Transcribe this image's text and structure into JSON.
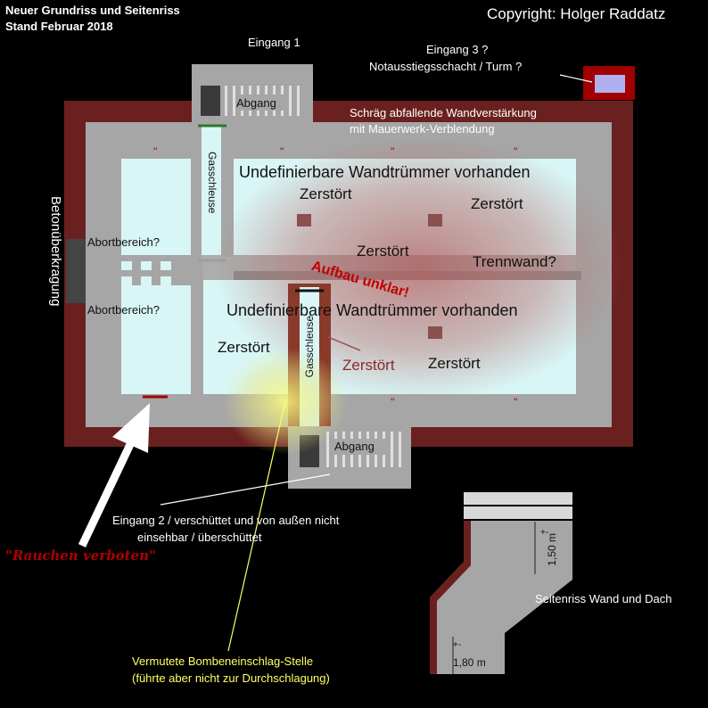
{
  "header": {
    "title_line1": "Neuer Grundriss und Seitenriss",
    "title_line2": "Stand Februar 2018",
    "copyright": "Copyright: Holger Raddatz"
  },
  "entrances": {
    "eingang1": "Eingang 1",
    "eingang3_line1": "Eingang 3 ?",
    "eingang3_line2": "Notausstiegsschacht / Turm ?",
    "abgang_top": "Abgang",
    "abgang_bottom": "Abgang",
    "eingang2_line1": "Eingang 2 / verschüttet und von außen nicht",
    "eingang2_line2": "einsehbar / überschüttet"
  },
  "walls": {
    "wall_line1": "Schräg abfallende Wandverstärkung",
    "wall_line2": "mit Mauerwerk-Verblendung",
    "beton": "Betonüberkragung"
  },
  "rooms": {
    "gasschleuse_top": "Gasschleuse",
    "gasschleuse_bottom": "Gasschleuse",
    "abort_upper": "Abortbereich?",
    "abort_lower": "Abortbereich?",
    "truemmer_upper": "Undefinierbare Wandtrümmer vorhanden",
    "truemmer_lower": "Undefinierbare Wandtrümmer vorhanden",
    "zerstoert_1": "Zerstört",
    "zerstoert_2": "Zerstört",
    "zerstoert_3": "Zerstört",
    "zerstoert_4": "Zerstört",
    "zerstoert_5": "Zerstört",
    "zerstoert_6": "Zerstört",
    "trennwand": "Trennwand?",
    "aufbau": "Aufbau unklar!",
    "quote_mark": "\""
  },
  "annotations": {
    "rauchen": "\"Rauchen verboten\"",
    "bombe_line1": "Vermutete Bombeneinschlag-Stelle",
    "bombe_line2": "(führte aber nicht zur Durchschlagung)"
  },
  "side_view": {
    "title": "Seitenriss Wand und Dach",
    "dim_top": "1,50 m",
    "dim_bottom": "1,80 m",
    "plus_minus": "+-"
  },
  "colors": {
    "wall": "#6b2020",
    "floor": "#a6a6a6",
    "room": "#d9f6f6",
    "accent_red": "#a00000",
    "bomb_marker": "#ffff66"
  }
}
